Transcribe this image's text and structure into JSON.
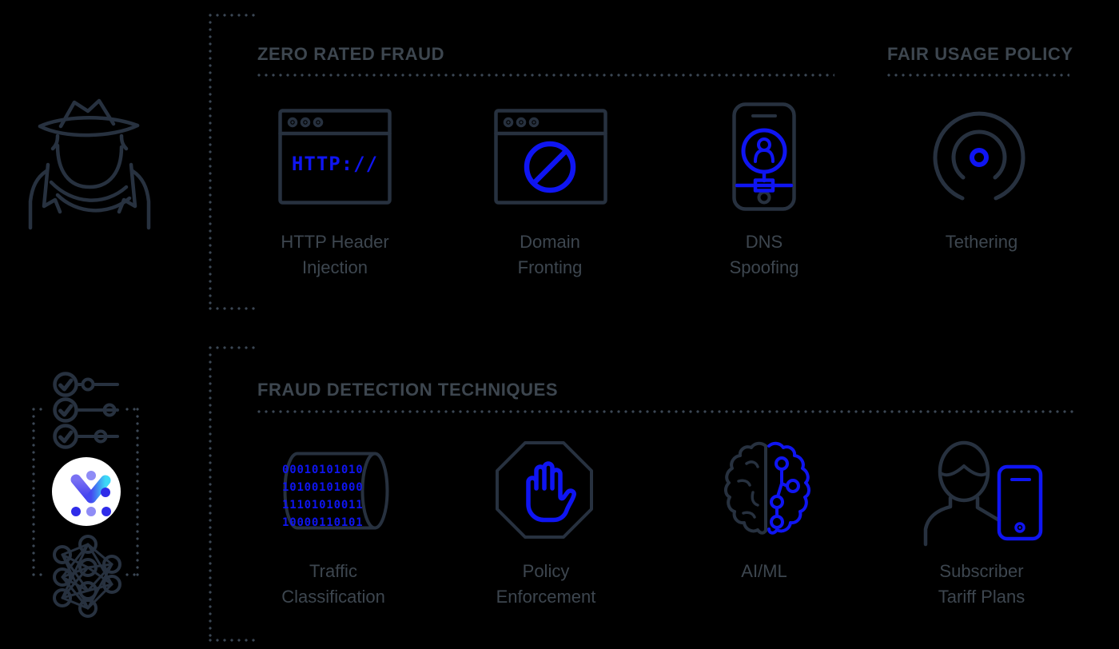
{
  "colors": {
    "background": "#000000",
    "outline": "#27313f",
    "label_text": "#3d464f",
    "dotted_line": "#3b4754",
    "accent_blue": "#0f15f2",
    "logo_bg": "#ffffff",
    "logo_grad_bar_top": "#7a71f3",
    "logo_grad_bar_bottom": "#4340ee",
    "logo_grad_check_left": "#4448f0",
    "logo_grad_check_right": "#3ed9f6",
    "logo_dot_light": "#8f8cf6",
    "logo_dot_blue": "#2f2ce9"
  },
  "left_column": {
    "icons": [
      "detective-spy-icon",
      "checklist-slider-icon",
      "company-logo",
      "neural-network-icon"
    ]
  },
  "sections": {
    "zero_rated_fraud": {
      "title": "ZERO RATED FRAUD",
      "items": [
        {
          "icon": "http-browser-icon",
          "icon_text": "HTTP://",
          "label1": "HTTP Header",
          "label2": "Injection"
        },
        {
          "icon": "blocked-browser-icon",
          "label1": "Domain",
          "label2": "Fronting"
        },
        {
          "icon": "dns-phone-icon",
          "label1": "DNS",
          "label2": "Spoofing"
        }
      ]
    },
    "fair_usage_policy": {
      "title": "FAIR USAGE POLICY",
      "items": [
        {
          "icon": "hotspot-tethering-icon",
          "label1": "Tethering",
          "label2": ""
        }
      ]
    },
    "fraud_detection_techniques": {
      "title": "FRAUD DETECTION TECHNIQUES",
      "items": [
        {
          "icon": "data-cylinder-icon",
          "label1": "Traffic",
          "label2": "Classification",
          "binary_rows": [
            "00010101010",
            "10100101000",
            "11101010011",
            "10000110101"
          ]
        },
        {
          "icon": "stop-hand-octagon-icon",
          "label1": "Policy",
          "label2": "Enforcement"
        },
        {
          "icon": "brain-ai-icon",
          "label1": "AI/ML",
          "label2": ""
        },
        {
          "icon": "subscriber-phone-icon",
          "label1": "Subscriber",
          "label2": "Tariff Plans"
        }
      ]
    }
  }
}
